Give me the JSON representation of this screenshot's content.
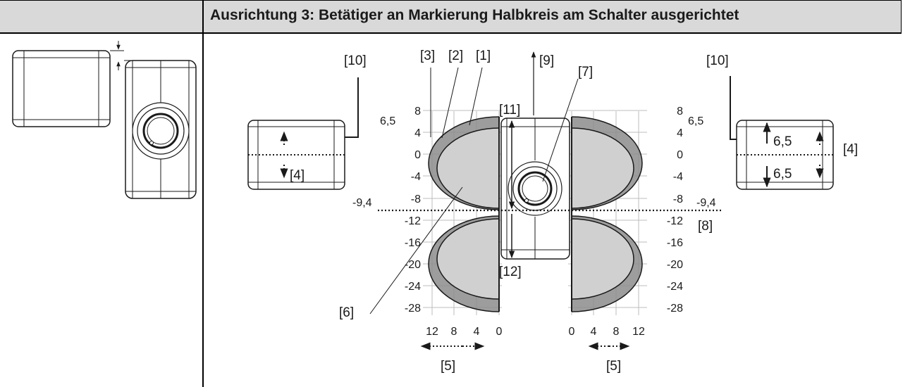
{
  "header": {
    "title": "Ausrichtung 3: Betätiger an Markierung Halbkreis am Schalter ausgerichtet"
  },
  "callouts": {
    "c1": "[1]",
    "c2": "[2]",
    "c3": "[3]",
    "c4": "[4]",
    "c5": "[5]",
    "c6": "[6]",
    "c7": "[7]",
    "c8": "[8]",
    "c9": "[9]",
    "c10": "[10]",
    "c11": "[11]",
    "c12": "[12]"
  },
  "axis": {
    "y_ticks": [
      "8",
      "4",
      "0",
      "-4",
      "-8",
      "-12",
      "-16",
      "-20",
      "-24",
      "-28"
    ],
    "x_ticks": [
      "12",
      "8",
      "4",
      "0"
    ],
    "x_ticks_right": [
      "0",
      "4",
      "8",
      "12"
    ],
    "marker_high": "6,5",
    "marker_low": "-9,4"
  },
  "dims": {
    "half_height": "6,5"
  },
  "colors": {
    "outer_zone": "#8c8c8c",
    "inner_zone": "#d6d6d6",
    "header_bg": "#d9d9d9",
    "line": "#1a1a1a"
  }
}
